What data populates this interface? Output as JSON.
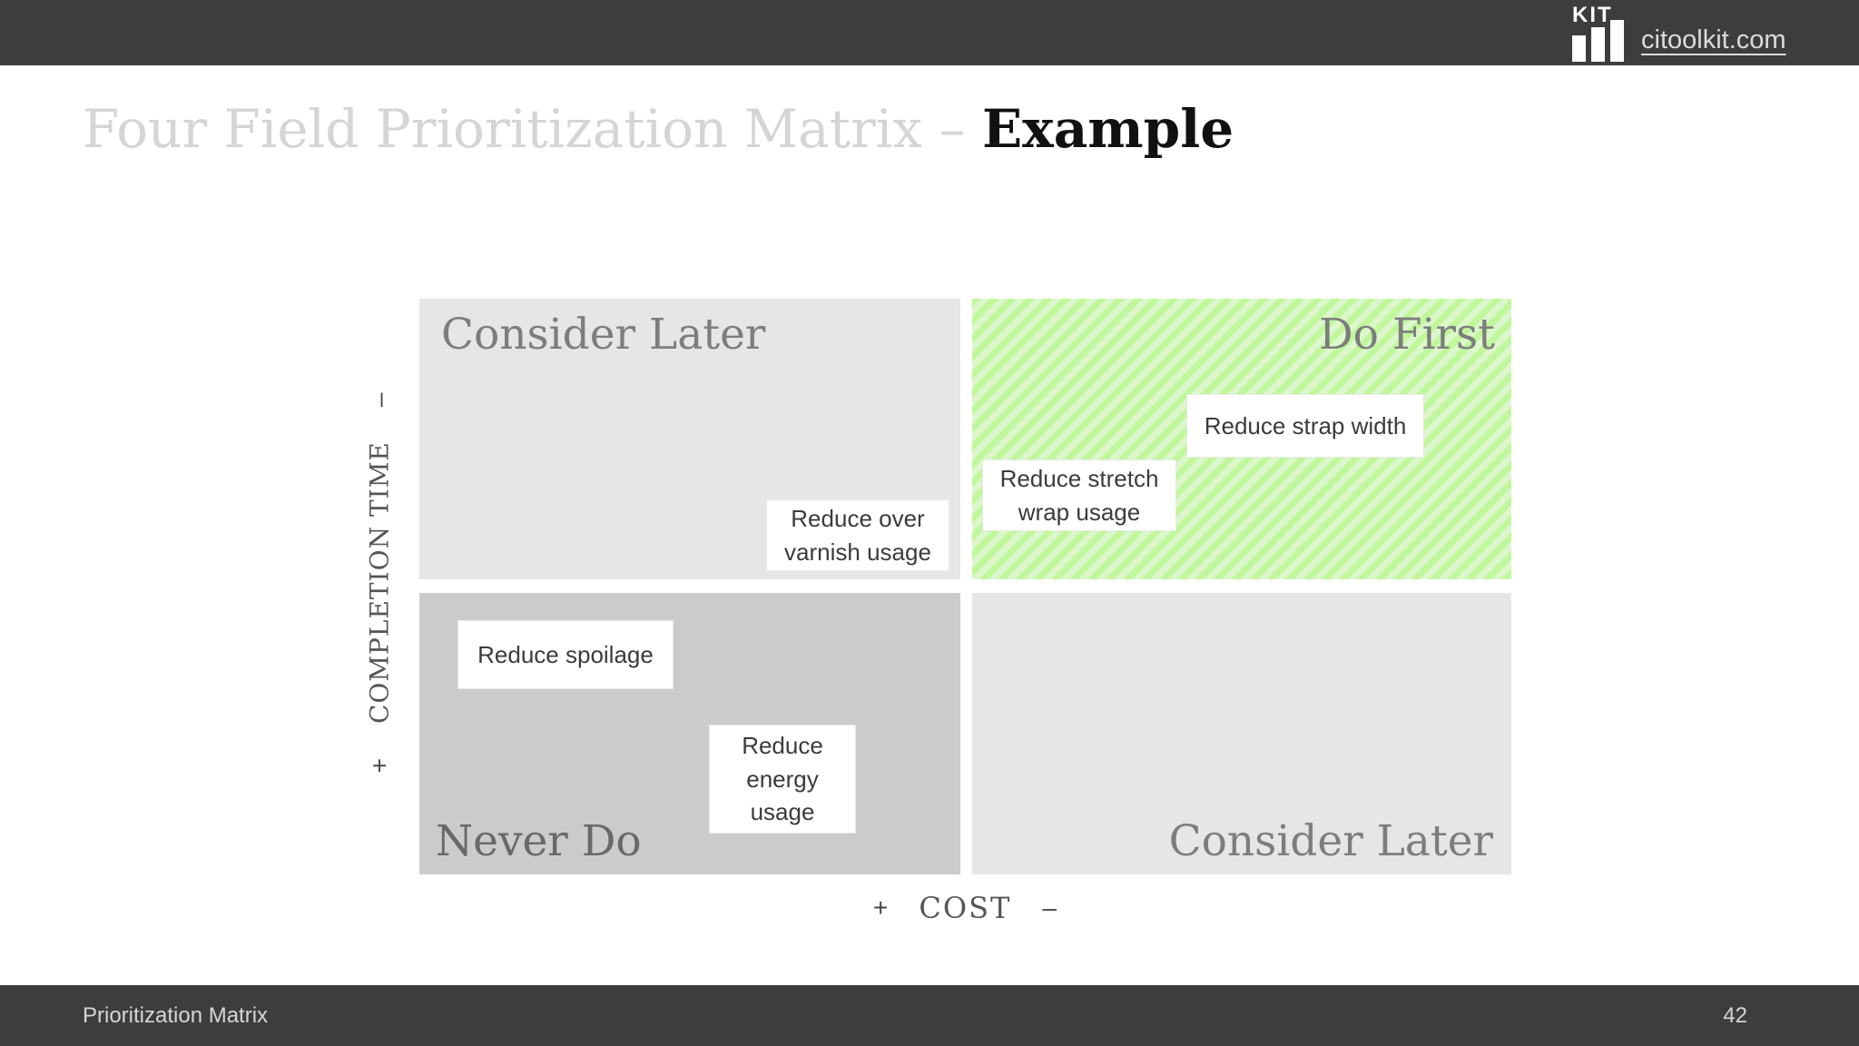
{
  "header": {
    "logo_text": "KIT",
    "logo_icon": "bar-chart-icon",
    "link": "citoolkit.com"
  },
  "title": {
    "muted": "Four Field Prioritization Matrix – ",
    "emphasis": "Example"
  },
  "matrix": {
    "quadrants": [
      {
        "position": "top-left",
        "label": "Consider Later",
        "items": [
          "Reduce over varnish usage"
        ]
      },
      {
        "position": "top-right",
        "label": "Do First",
        "items": [
          "Reduce strap width",
          "Reduce stretch wrap usage"
        ]
      },
      {
        "position": "bottom-left",
        "label": "Never Do",
        "items": [
          "Reduce spoilage",
          "Reduce energy usage"
        ]
      },
      {
        "position": "bottom-right",
        "label": "Consider Later",
        "items": []
      }
    ],
    "y_axis": {
      "label": "COMPLETION TIME",
      "top_sign": "–",
      "bottom_sign": "+"
    },
    "x_axis": {
      "label": "COST",
      "left_sign": "+",
      "right_sign": "–"
    }
  },
  "footer": {
    "left": "Prioritization Matrix",
    "page": "42"
  },
  "colors": {
    "bar_bg": "#3d3d3d",
    "quadrant_light": "#e6e6e6",
    "quadrant_dark": "#cbcbcb",
    "green_base": "#c1f79c",
    "green_stripe": "#dcf7cb",
    "title_muted": "#d5d5d5",
    "title_dark": "#111111",
    "quadrant_label": "#7d7d7d",
    "axis_text": "#555555",
    "footer_text": "#d6d6d6"
  }
}
